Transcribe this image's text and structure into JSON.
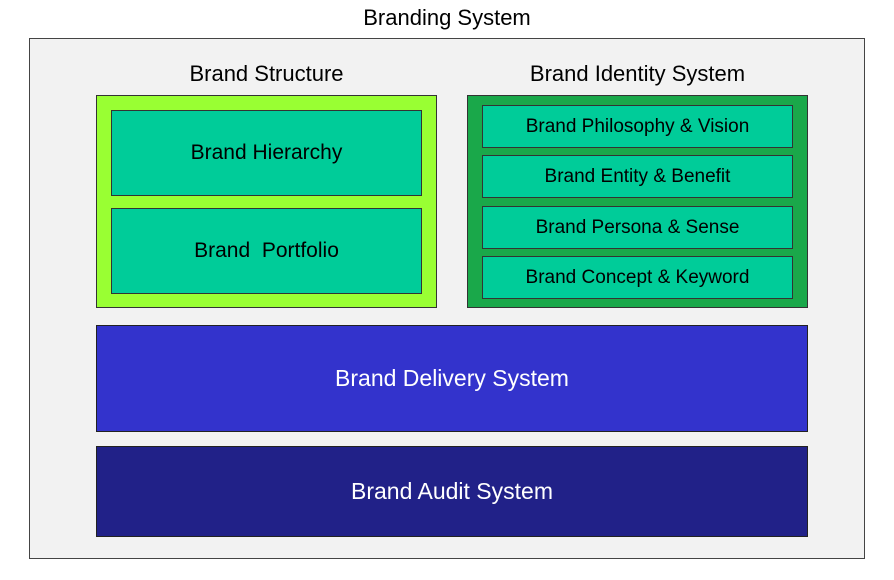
{
  "title": "Branding System",
  "brand_structure": {
    "label": "Brand Structure",
    "items": [
      "Brand Hierarchy",
      "Brand  Portfolio"
    ]
  },
  "brand_identity": {
    "label": "Brand Identity System",
    "items": [
      "Brand Philosophy & Vision",
      "Brand Entity & Benefit",
      "Brand Persona & Sense",
      "Brand Concept & Keyword"
    ]
  },
  "delivery": {
    "label": "Brand Delivery System"
  },
  "audit": {
    "label": "Brand Audit System"
  },
  "colors": {
    "frame_bg": "#f2f2f2",
    "structure_group": "#99ff33",
    "identity_group": "#1aa84a",
    "inner_box": "#00cc99",
    "delivery": "#3333cc",
    "audit": "#212188"
  }
}
